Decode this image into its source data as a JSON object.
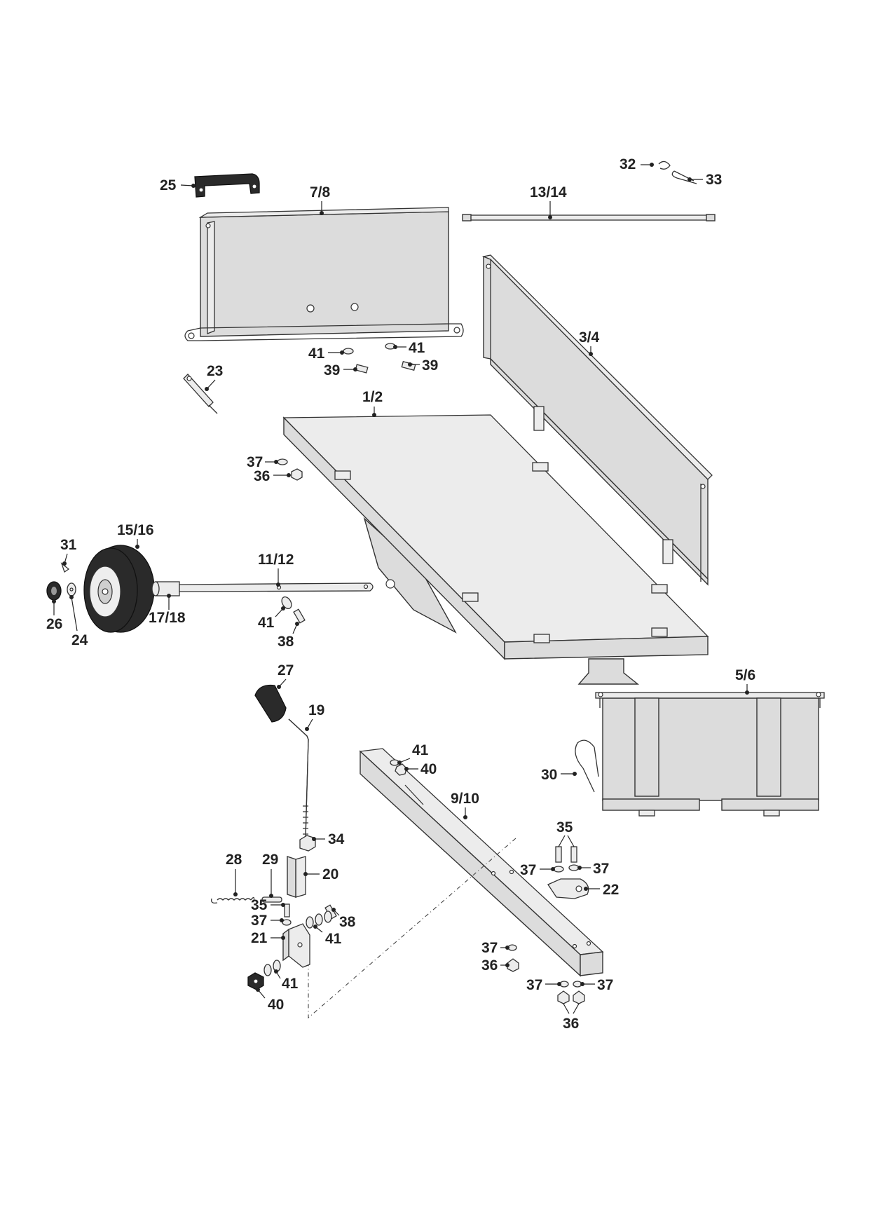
{
  "diagram": {
    "callouts": {
      "c25": "25",
      "c7_8": "7/8",
      "c13_14": "13/14",
      "c32": "32",
      "c33": "33",
      "c41a": "41",
      "c41b": "41",
      "c39a": "39",
      "c39b": "39",
      "c3_4": "3/4",
      "c23": "23",
      "c1_2": "1/2",
      "c37a": "37",
      "c36a": "36",
      "c15_16": "15/16",
      "c31": "31",
      "c11_12": "11/12",
      "c26": "26",
      "c24": "24",
      "c17_18": "17/18",
      "c41c": "41",
      "c38a": "38",
      "c27": "27",
      "c5_6": "5/6",
      "c19": "19",
      "c41d": "41",
      "c40a": "40",
      "c30": "30",
      "c9_10": "9/10",
      "c34": "34",
      "c35a": "35",
      "c28": "28",
      "c29": "29",
      "c20": "20",
      "c37b": "37",
      "c37c": "37",
      "c22": "22",
      "c35b": "35",
      "c37d": "37",
      "c38b": "38",
      "c21": "21",
      "c41e": "41",
      "c37e": "37",
      "c36b": "36",
      "c41f": "41",
      "c40b": "40",
      "c37f": "37",
      "c37g": "37",
      "c36c": "36"
    }
  }
}
